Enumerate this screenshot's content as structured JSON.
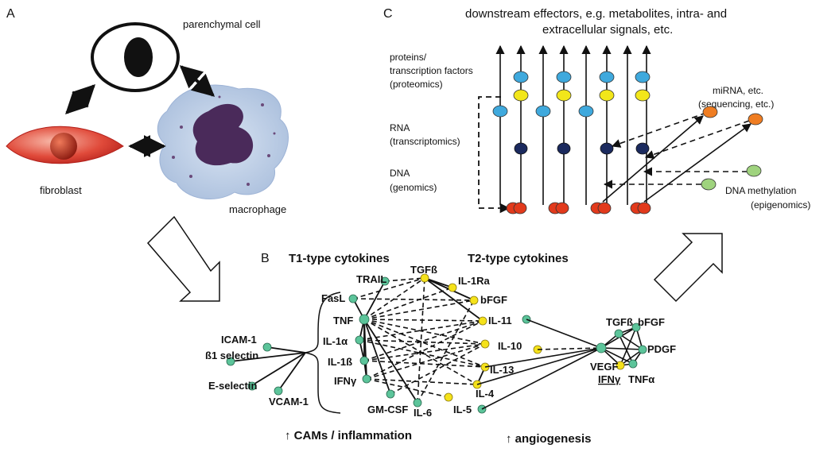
{
  "panel_a": {
    "letter": "A",
    "cells": {
      "parenchymal": "parenchymal cell",
      "fibroblast": "fibroblast",
      "macrophage": "macrophage"
    }
  },
  "panel_c": {
    "letter": "C",
    "title_line1": "downstream effectors, e.g. metabolites, intra- and",
    "title_line2": "extracellular signals, etc.",
    "levels": {
      "proteins_1": "proteins/",
      "proteins_2": "transcription factors",
      "proteins_3": "(proteomics)",
      "rna_1": "RNA",
      "rna_2": "(transcriptomics)",
      "dna_1": "DNA",
      "dna_2": "(genomics)"
    },
    "right_labels": {
      "mirna_1": "miRNA, etc.",
      "mirna_2": "(sequencing, etc.)",
      "meth_1": "DNA methylation",
      "meth_2": "(epigenomics)"
    },
    "colors": {
      "protein": "#3fa9dd",
      "tf": "#f2e61a",
      "rna": "#1b2a5e",
      "dna": "#e23a1c",
      "mirna": "#ef7d22",
      "methylation": "#9fd37e"
    }
  },
  "panel_b": {
    "letter": "B",
    "t1_header": "T1-type cytokines",
    "t2_header": "T2-type cytokines",
    "left_nodes": {
      "trail": "TRAIL",
      "fasl": "FasL",
      "tnf": "TNF",
      "il1a": "IL-1α",
      "il1b": "IL-1ß",
      "ifng": "IFNγ",
      "gmcsf": "GM-CSF",
      "il6": "IL-6"
    },
    "middle_nodes": {
      "tgfb": "TGFß",
      "il1ra": "IL-1Ra",
      "bfgf": "bFGF",
      "il11": "IL-11",
      "il10": "IL-10",
      "il13": "IL-13",
      "il4": "IL-4",
      "il5": "IL-5"
    },
    "cams": {
      "icam1": "ICAM-1",
      "b1sel": "ß1 selectin",
      "esel": "E-selectin",
      "vcam1": "VCAM-1"
    },
    "angio_nodes": {
      "tgfb": "TGFß",
      "bfgf": "bFGF",
      "pdgf": "PDGF",
      "vegf": "VEGF",
      "ifng": "IFNγ",
      "tnfa": "TNFα"
    },
    "footer_left": "↑ CAMs / inflammation",
    "footer_right": "↑ angiogenesis",
    "colors": {
      "t1_node": "#5cc49a",
      "t2_node": "#f5e21a"
    }
  }
}
